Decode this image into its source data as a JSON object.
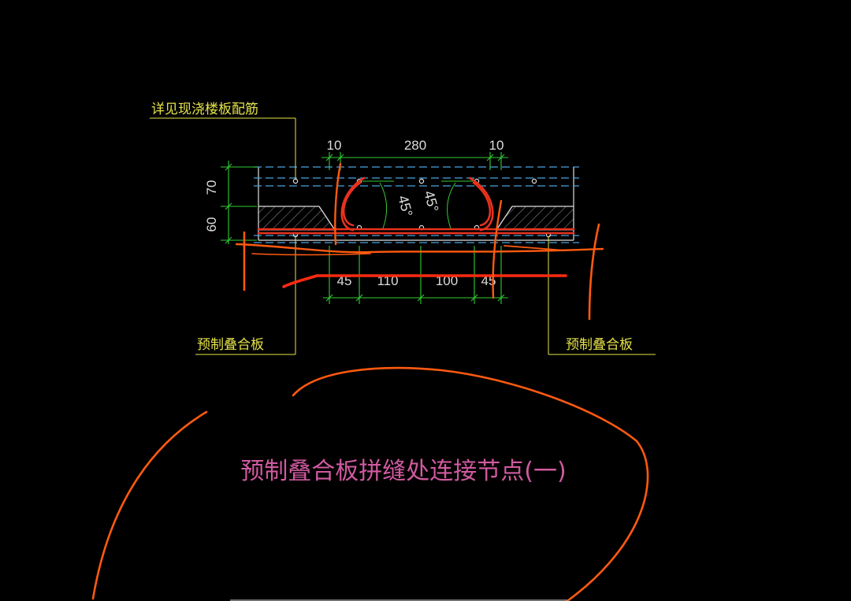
{
  "drawing": {
    "callouts": {
      "top_left": "详见现浇楼板配筋",
      "bottom_left": "预制叠合板",
      "bottom_right": "预制叠合板"
    },
    "title": "预制叠合板拼缝处连接节点(一)",
    "dimensions": {
      "top": [
        "10",
        "280",
        "10"
      ],
      "left": [
        "70",
        "60"
      ],
      "bottom": [
        "45",
        "110",
        "100",
        "45"
      ],
      "angles": [
        "45°",
        "45°"
      ]
    },
    "colors": {
      "background": "#000000",
      "callout_text": "#e6e34a",
      "dimension": "#33cc33",
      "dimension_text": "#dcdcdc",
      "dashed_line": "#4aa3df",
      "rebar": "#e8321e",
      "markup": "#ff5a10",
      "title": "#d05aa0",
      "outline": "#e0e0e0"
    }
  }
}
